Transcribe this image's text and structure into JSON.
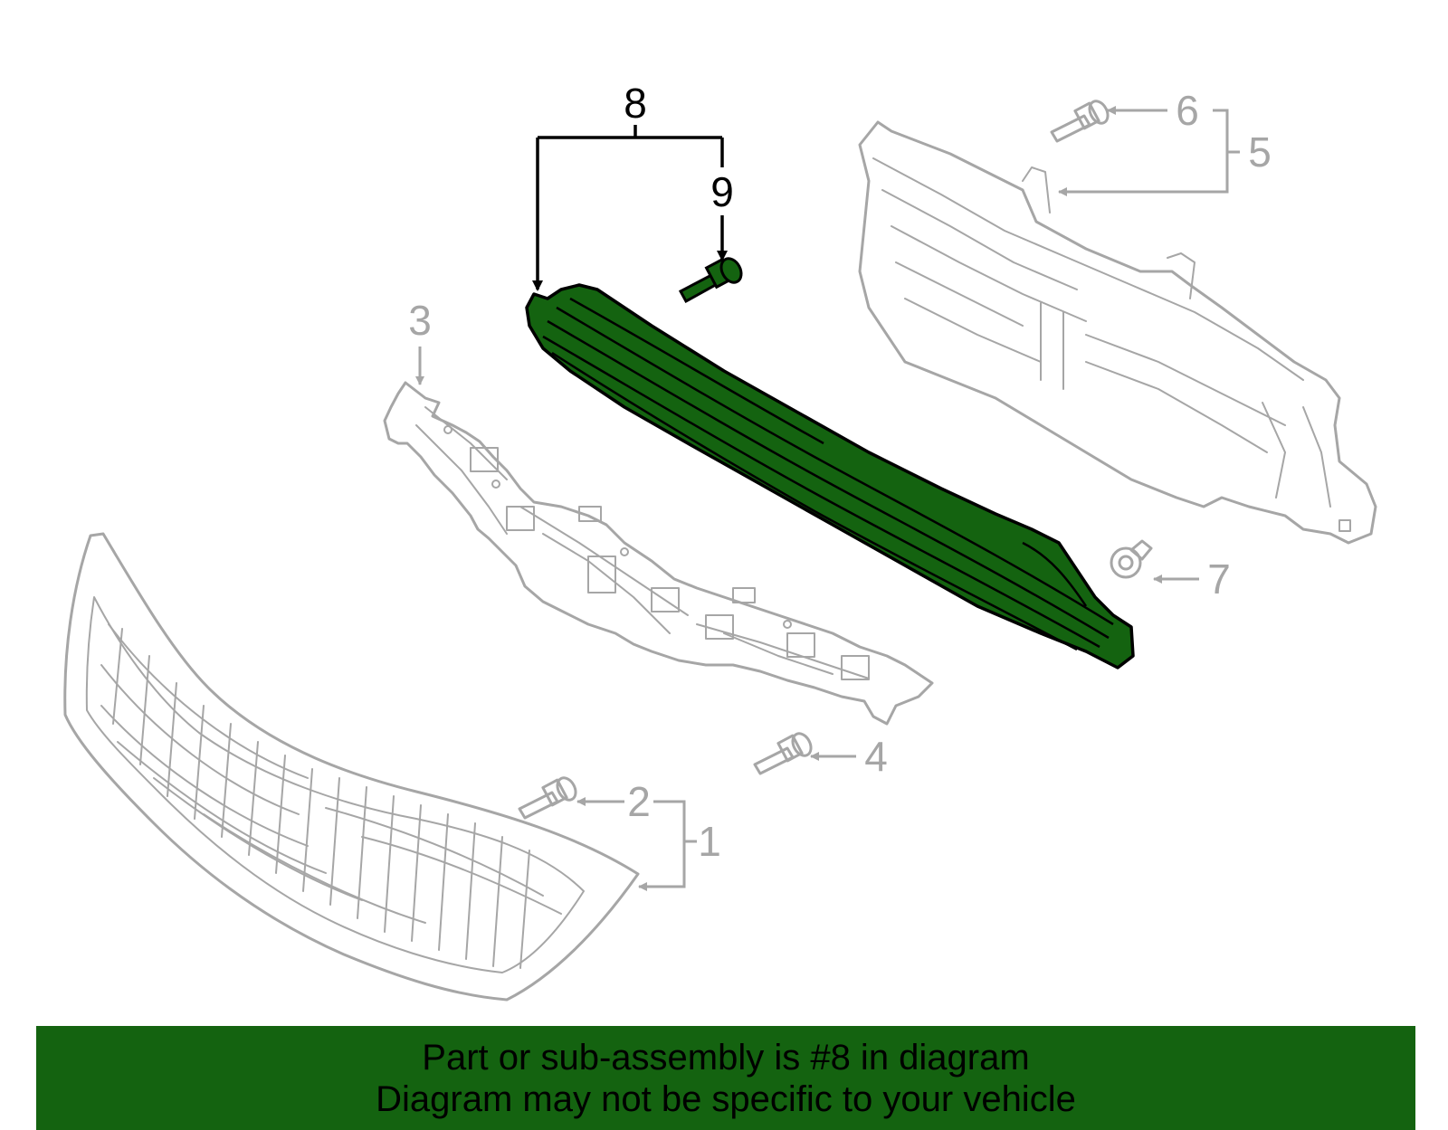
{
  "colors": {
    "highlight": "#146310",
    "line_gray": "#a6a6a6",
    "banner_bg": "#146310"
  },
  "callouts": {
    "c1": "1",
    "c2": "2",
    "c3": "3",
    "c4": "4",
    "c5": "5",
    "c6": "6",
    "c7": "7",
    "c8": "8",
    "c9": "9"
  },
  "banner": {
    "line1": "Part or sub-assembly is #8 in diagram",
    "line2": "Diagram may not be specific to your vehicle"
  }
}
